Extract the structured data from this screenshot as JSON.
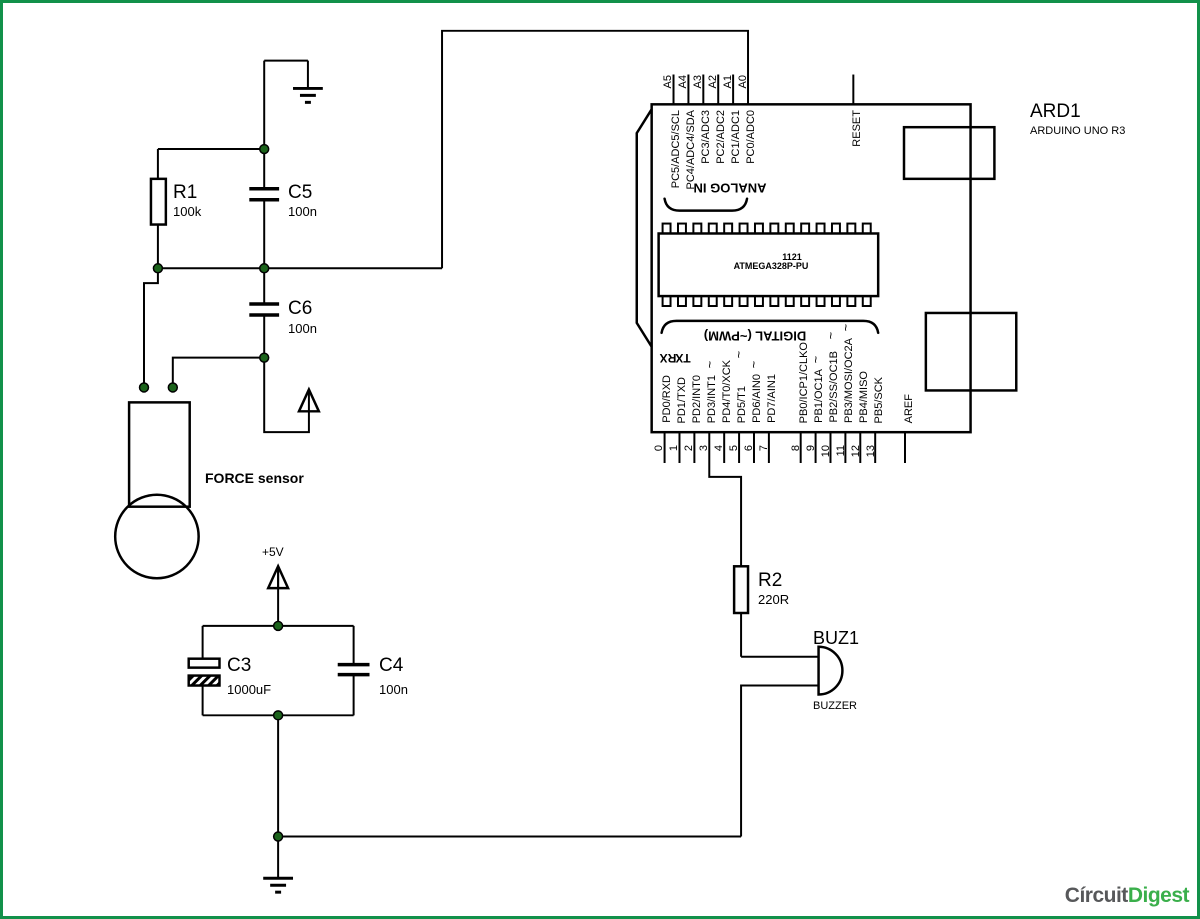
{
  "border_color": "#12914a",
  "components": {
    "r1": {
      "name": "R1",
      "value": "100k"
    },
    "c5": {
      "name": "C5",
      "value": "100n"
    },
    "c6": {
      "name": "C6",
      "value": "100n"
    },
    "c3": {
      "name": "C3",
      "value": "1000uF"
    },
    "c4": {
      "name": "C4",
      "value": "100n"
    },
    "r2": {
      "name": "R2",
      "value": "220R"
    },
    "buz1": {
      "name": "BUZ1",
      "type": "BUZZER"
    },
    "force_sensor": {
      "label": "FORCE sensor"
    },
    "ard1": {
      "name": "ARD1",
      "type": "ARDUINO UNO R3"
    }
  },
  "power": {
    "vcc_label": "+5V"
  },
  "arduino": {
    "analog_section": "ANALOG IN",
    "digital_section": "DIGITAL (~PWM)",
    "rx": "RX",
    "tx": "TX",
    "reset": "RESET",
    "aref": "AREF",
    "tilde": "~",
    "chip": {
      "line1": "1121",
      "line2": "ATMEGA328P-PU"
    },
    "analog_pins": [
      {
        "num": "A5",
        "label": "PC5/ADC5/SCL"
      },
      {
        "num": "A4",
        "label": "PC4/ADC4/SDA"
      },
      {
        "num": "A3",
        "label": "PC3/ADC3"
      },
      {
        "num": "A2",
        "label": "PC2/ADC2"
      },
      {
        "num": "A1",
        "label": "PC1/ADC1"
      },
      {
        "num": "A0",
        "label": "PC0/ADC0"
      }
    ],
    "digital_pins": [
      {
        "num": "0",
        "label": "PD0/RXD"
      },
      {
        "num": "1",
        "label": "PD1/TXD"
      },
      {
        "num": "2",
        "label": "PD2/INT0"
      },
      {
        "num": "3",
        "label": "PD3/INT1"
      },
      {
        "num": "4",
        "label": "PD4/T0/XCK"
      },
      {
        "num": "5",
        "label": "PD5/T1"
      },
      {
        "num": "6",
        "label": "PD6/AIN0"
      },
      {
        "num": "7",
        "label": "PD7/AIN1"
      },
      {
        "num": "8",
        "label": "PB0/ICP1/CLKO"
      },
      {
        "num": "9",
        "label": "PB1/OC1A"
      },
      {
        "num": "10",
        "label": "PB2/SS/OC1B"
      },
      {
        "num": "11",
        "label": "PB3/MOSI/OC2A"
      },
      {
        "num": "12",
        "label": "PB4/MISO"
      },
      {
        "num": "13",
        "label": "PB5/SCK"
      }
    ]
  },
  "logo": {
    "part1": "Círcuit",
    "part2": "Digest"
  }
}
